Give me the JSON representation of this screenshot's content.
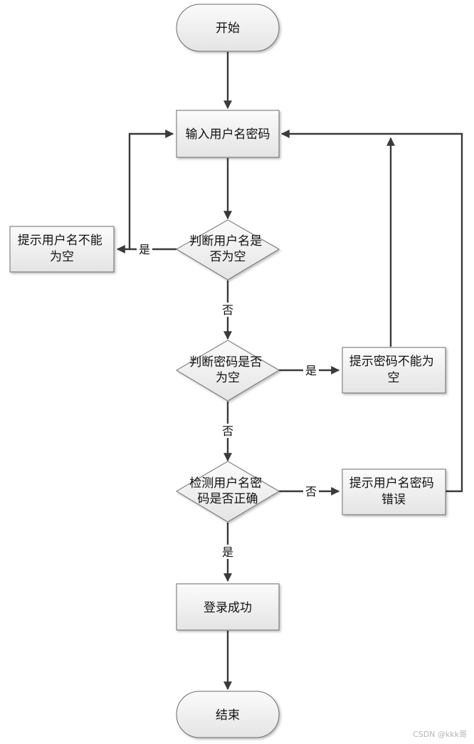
{
  "nodes": {
    "start": "开始",
    "input": "输入用户名密码",
    "check_user_empty": [
      "判断用户名是",
      "否为空"
    ],
    "user_empty_msg": [
      "提示用户名不能",
      "为空"
    ],
    "check_pwd_empty": [
      "判断密码是否",
      "为空"
    ],
    "pwd_empty_msg": [
      "提示密码不能为",
      "空"
    ],
    "check_correct": [
      "检测用户名密",
      "码是否正确"
    ],
    "wrong_msg": [
      "提示用户名密码",
      "错误"
    ],
    "success": "登录成功",
    "end": "结束"
  },
  "edges": {
    "user_empty_yes": "是",
    "user_empty_no": "否",
    "pwd_empty_yes": "是",
    "pwd_empty_no": "否",
    "correct_no": "否",
    "correct_yes": "是"
  },
  "watermark": "CSDN @kkk哥"
}
